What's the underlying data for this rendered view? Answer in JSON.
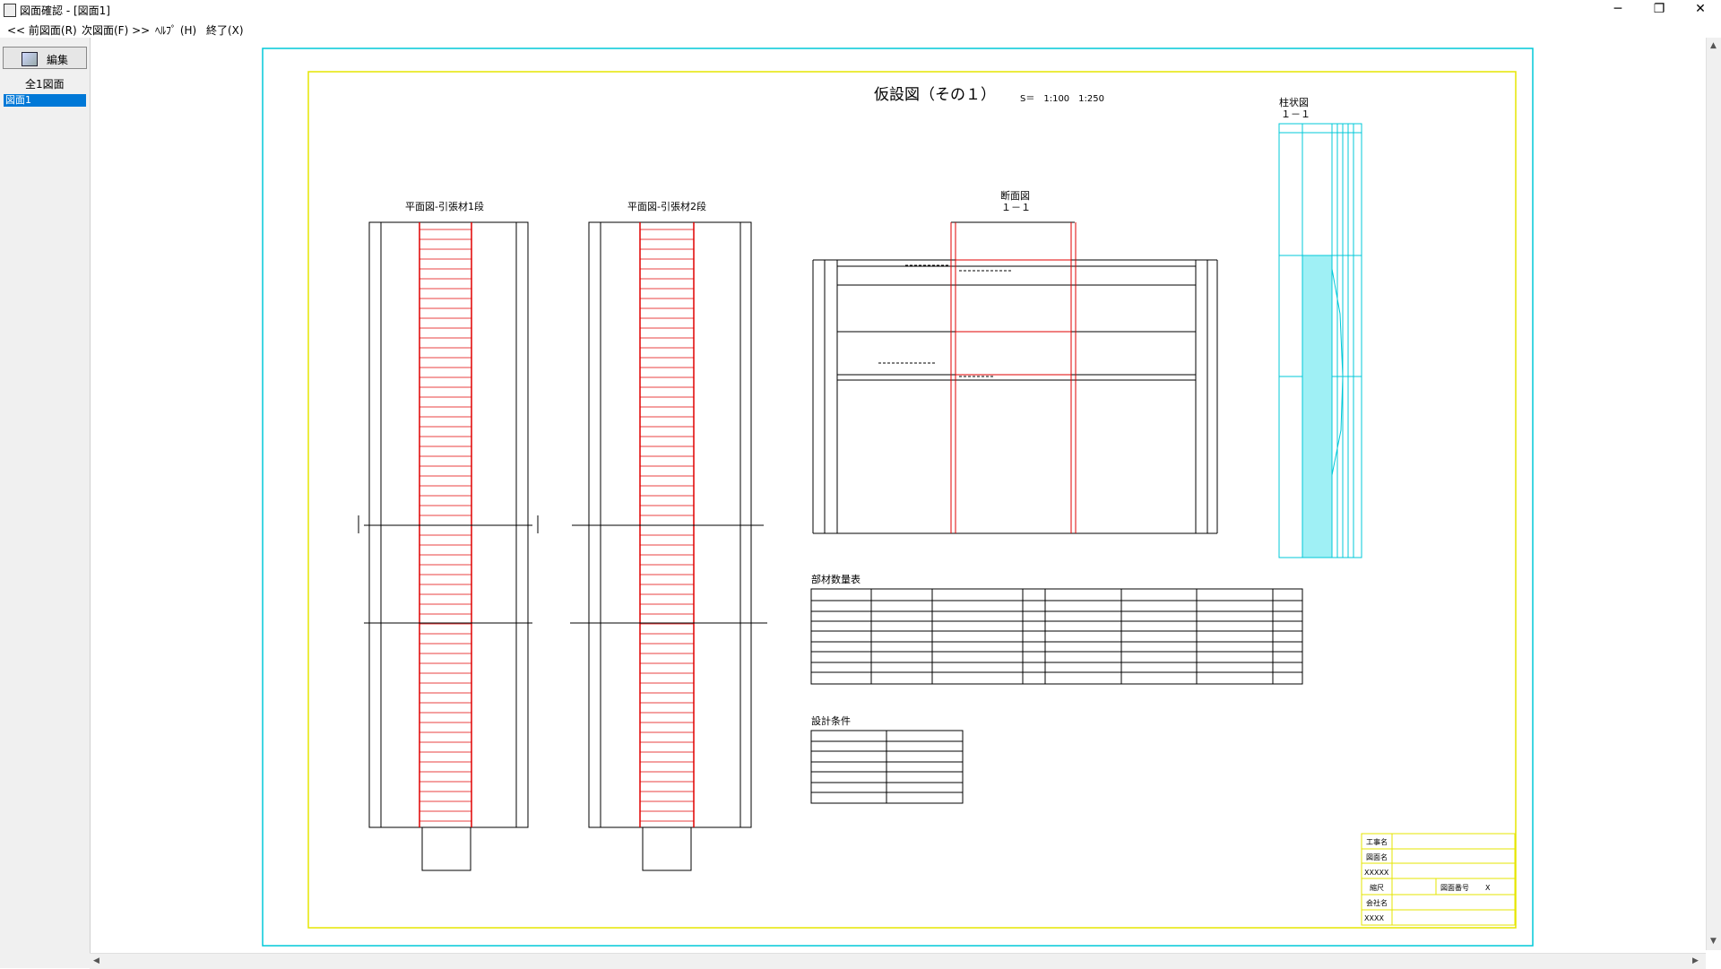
{
  "window": {
    "title": "図面確認 - [図面1]",
    "minimize": "─",
    "restore": "❐",
    "close": "✕"
  },
  "menu": [
    "<< 前図面(R)",
    "次図面(F) >>",
    "ﾍﾙﾌﾟ (H)",
    "終了(X)"
  ],
  "sidebar": {
    "edit_label": "編集",
    "count_label": "全1図面",
    "selected_item": "図面1"
  },
  "drawing": {
    "title": "仮設図（その１）",
    "scale": "S＝　1:100　1:250",
    "plan1_title": "平面図-引張材1段",
    "plan2_title": "平面図-引張材2段",
    "section_title": "断面図",
    "section_sub": "１－１",
    "column_title": "柱状図",
    "column_sub": "１－１",
    "materials_title": "部材数量表",
    "conditions_title": "設計条件",
    "titleblock_labels": [
      "工事名",
      "図面名",
      "XXXXX",
      "縮尺",
      "会社名",
      "XXXX"
    ],
    "titleblock_drawing_no_label": "図面番号",
    "titleblock_x": "X"
  },
  "colors": {
    "cyan": "#00c8d8",
    "yellow": "#e6e600",
    "red": "#e00000",
    "selection": "#0078d7"
  }
}
